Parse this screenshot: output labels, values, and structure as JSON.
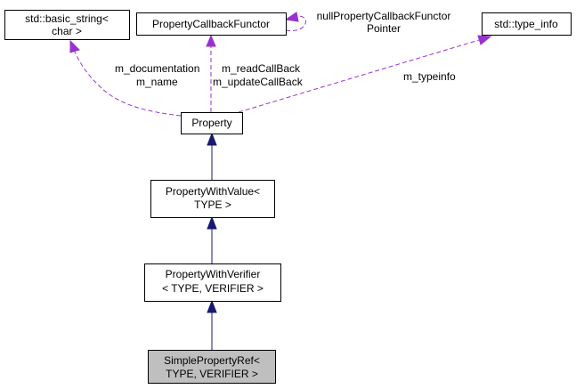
{
  "nodes": {
    "basic_string": {
      "lines": [
        "std::basic_string<",
        "char >"
      ]
    },
    "callback_functor": {
      "lines": [
        "PropertyCallbackFunctor"
      ]
    },
    "type_info": {
      "lines": [
        "std::type_info"
      ]
    },
    "property": {
      "lines": [
        "Property"
      ]
    },
    "property_with_value": {
      "lines": [
        "PropertyWithValue<",
        "TYPE >"
      ]
    },
    "property_with_verifier": {
      "lines": [
        "PropertyWithVerifier",
        "< TYPE, VERIFIER >"
      ]
    },
    "simple_property_ref": {
      "lines": [
        "SimplePropertyRef<",
        "TYPE, VERIFIER >"
      ]
    }
  },
  "edge_labels": {
    "documentation_name": [
      "m_documentation",
      "m_name"
    ],
    "callbacks": [
      "m_readCallBack",
      "m_updateCallBack"
    ],
    "self_pointer": [
      "nullPropertyCallbackFunctor",
      "Pointer"
    ],
    "typeinfo": [
      "m_typeinfo"
    ]
  },
  "colors": {
    "inheritance_edge": "#191970",
    "usage_edge": "#9a32cd",
    "focus_node_fill": "#bfbfbf"
  }
}
